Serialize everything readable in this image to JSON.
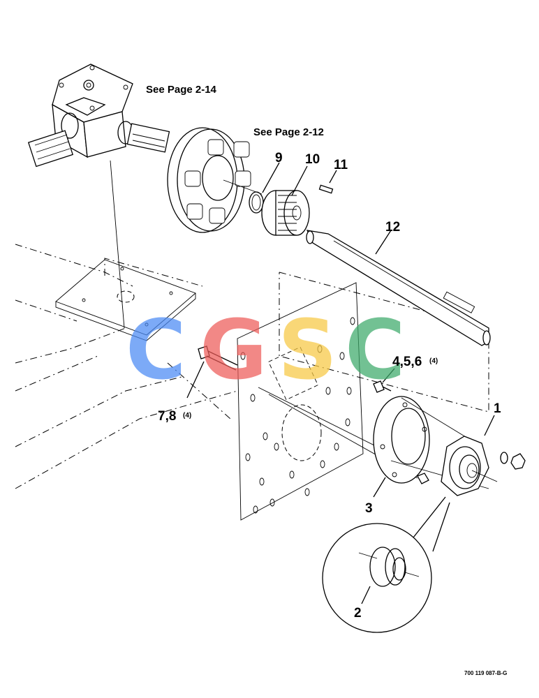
{
  "references": {
    "gearbox_page": "See Page 2-14",
    "sprocket_page": "See Page 2-12"
  },
  "callouts": {
    "item_1": "1",
    "item_2": "2",
    "item_3": "3",
    "item_4_5_6": "4,5,6",
    "item_4_5_6_qty": "(4)",
    "item_7_8": "7,8",
    "item_7_8_qty": "(4)",
    "item_9": "9",
    "item_10": "10",
    "item_11": "11",
    "item_12": "12"
  },
  "watermark": {
    "letters": [
      "C",
      "G",
      "S",
      "C"
    ],
    "colors": [
      "#4a8af4",
      "#ee5b58",
      "#f7c843",
      "#3daa6a"
    ]
  },
  "drawing_number": "700 119 087-B-G"
}
